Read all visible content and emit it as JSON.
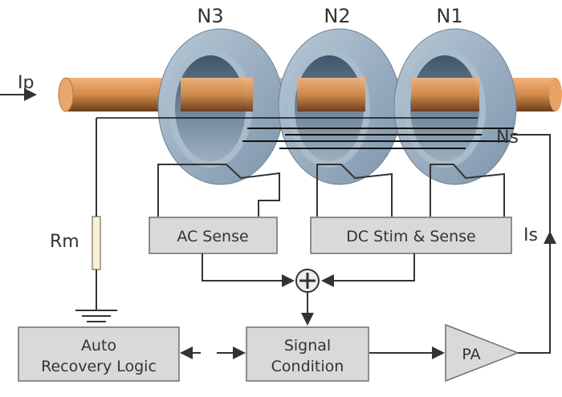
{
  "labels": {
    "n3": "N3",
    "n2": "N2",
    "n1": "N1",
    "ip": "Ip",
    "ns": "Ns",
    "rm": "Rm",
    "is": "Is"
  },
  "blocks": {
    "ac_sense": "AC Sense",
    "dc_stim_sense": "DC Stim & Sense",
    "auto_recovery_line1": "Auto",
    "auto_recovery_line2": "Recovery Logic",
    "signal_condition_line1": "Signal",
    "signal_condition_line2": "Condition",
    "pa": "PA"
  },
  "colors": {
    "conductor": "#d9904f",
    "core": "#8fa6bb",
    "block": "#d9d9d9",
    "wire": "#333333"
  }
}
